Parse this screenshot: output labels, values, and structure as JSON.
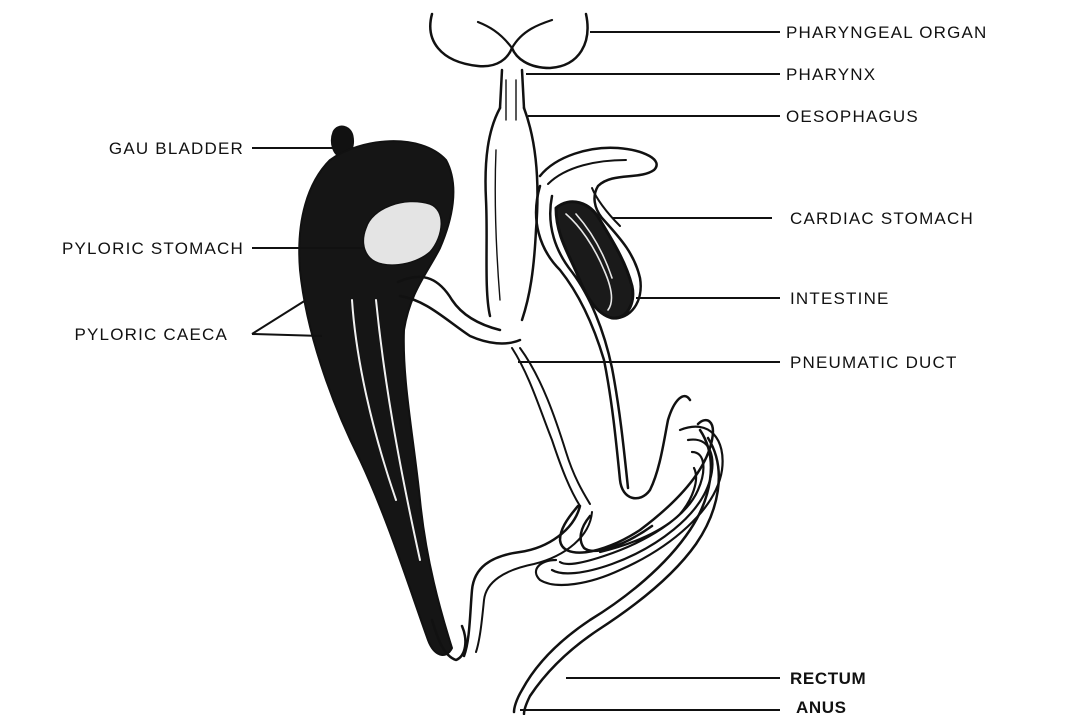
{
  "labels": {
    "pharyngeal_organ": "PHARYNGEAL ORGAN",
    "pharynx": "PHARYNX",
    "oesophagus": "OESOPHAGUS",
    "gall_bladder": "GAU BLADDER",
    "cardiac_stomach": "CARDIAC STOMACH",
    "pyloric_stomach": "PYLORIC STOMACH",
    "intestine": "INTESTINE",
    "pyloric_caeca": "PYLORIC CAECA",
    "pneumatic_duct": "PNEUMATIC DUCT",
    "rectum": "RECTUM",
    "anus": "ANUS"
  },
  "colors": {
    "ink": "#111111",
    "background": "#ffffff"
  }
}
